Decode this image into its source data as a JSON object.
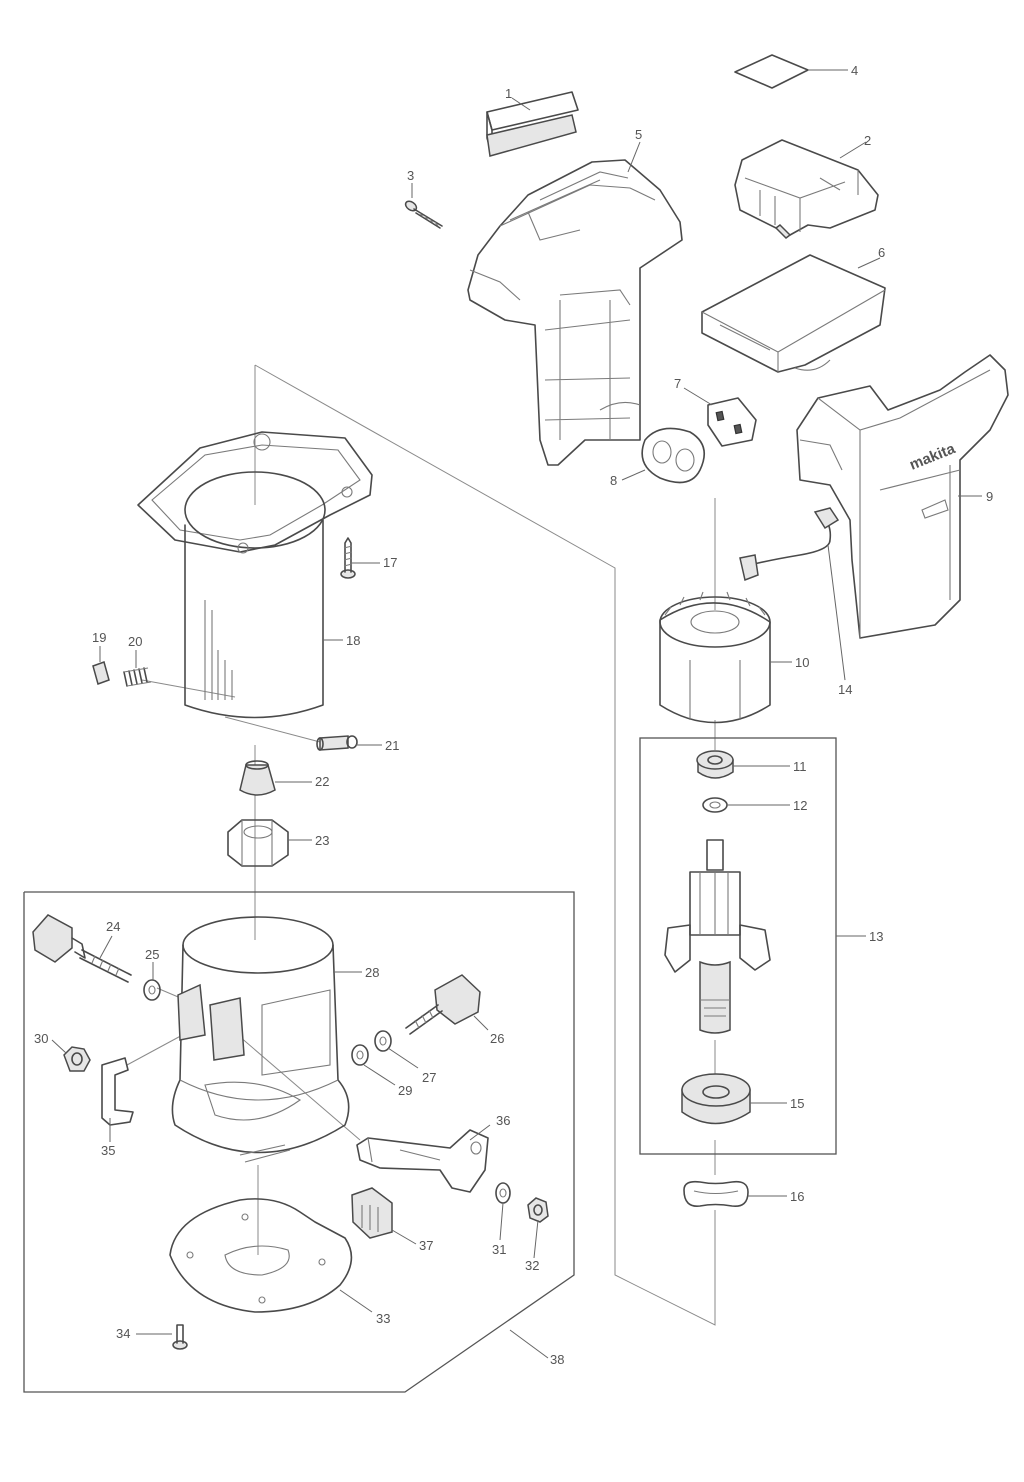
{
  "diagram": {
    "callouts": [
      {
        "id": "1",
        "label": "1"
      },
      {
        "id": "2",
        "label": "2"
      },
      {
        "id": "3",
        "label": "3"
      },
      {
        "id": "4",
        "label": "4"
      },
      {
        "id": "5",
        "label": "5"
      },
      {
        "id": "6",
        "label": "6"
      },
      {
        "id": "7",
        "label": "7"
      },
      {
        "id": "8",
        "label": "8"
      },
      {
        "id": "9",
        "label": "9"
      },
      {
        "id": "10",
        "label": "10"
      },
      {
        "id": "11",
        "label": "11"
      },
      {
        "id": "12",
        "label": "12"
      },
      {
        "id": "13",
        "label": "13"
      },
      {
        "id": "14",
        "label": "14"
      },
      {
        "id": "15",
        "label": "15"
      },
      {
        "id": "16",
        "label": "16"
      },
      {
        "id": "17",
        "label": "17"
      },
      {
        "id": "18",
        "label": "18"
      },
      {
        "id": "19",
        "label": "19"
      },
      {
        "id": "20",
        "label": "20"
      },
      {
        "id": "21",
        "label": "21"
      },
      {
        "id": "22",
        "label": "22"
      },
      {
        "id": "23",
        "label": "23"
      },
      {
        "id": "24",
        "label": "24"
      },
      {
        "id": "25",
        "label": "25"
      },
      {
        "id": "26",
        "label": "26"
      },
      {
        "id": "27",
        "label": "27"
      },
      {
        "id": "28",
        "label": "28"
      },
      {
        "id": "29",
        "label": "29"
      },
      {
        "id": "30",
        "label": "30"
      },
      {
        "id": "31",
        "label": "31"
      },
      {
        "id": "32",
        "label": "32"
      },
      {
        "id": "33",
        "label": "33"
      },
      {
        "id": "34",
        "label": "34"
      },
      {
        "id": "35",
        "label": "35"
      },
      {
        "id": "36",
        "label": "36"
      },
      {
        "id": "37",
        "label": "37"
      },
      {
        "id": "38",
        "label": "38"
      }
    ],
    "housing_logo_text": "makita"
  }
}
